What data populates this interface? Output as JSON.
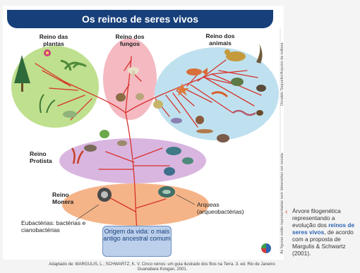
{
  "title": "Os reinos de seres vivos",
  "kingdoms": {
    "plantae": "Reino das plantas",
    "fungi": "Reino dos fungos",
    "animalia": "Reino dos animais",
    "protista": "Reino Protista",
    "monera": "Reino Monera"
  },
  "groups": {
    "eubacteria": "Eubactérias: bactérias e cianobactérias",
    "archaea": "Arqueas (arqueobactérias)"
  },
  "origin": "Origem da vida: o mais antigo ancestral comum",
  "side_credit_top": "Osvaldo Sequetin/Arquivo da editora",
  "side_credit_bottom": "As figuras estão representadas sem dimensões em escala.",
  "caption": {
    "before": "Árvore filogenética representando a evolução dos ",
    "highlight": "reinos de seres vivos",
    "after": ", de acordo com a proposta de Margulis & Schwartz (2001)."
  },
  "credit": "Adaptado de: MARGULIS, L.; SCHWARTZ, K. V. Cinco reinos: um guia ilustrado dos filos na Terra. 3. ed. Rio de Janeiro: Guanabara Koogan, 2001.",
  "colors": {
    "banner": "#173f7a",
    "plants_blob": "#bfe08e",
    "fungi_blob": "#f5b9c2",
    "animals_blob": "#bfe1ef",
    "protista_blob": "#d9b6e0",
    "monera_blob": "#f5b488",
    "origin_box": "#bcd0ec",
    "branches": "#d6322a",
    "highlight_text": "#2d63b3"
  },
  "icons": [
    "tree-icon",
    "flower-icon",
    "palm-icon",
    "mushroom-icon",
    "fish-icon",
    "cat-icon",
    "bird-icon",
    "shrimp-icon",
    "snail-icon",
    "worm-icon",
    "protist-icon",
    "bacteria-icon",
    "archaea-icon",
    "pointer-arrow-icon"
  ]
}
